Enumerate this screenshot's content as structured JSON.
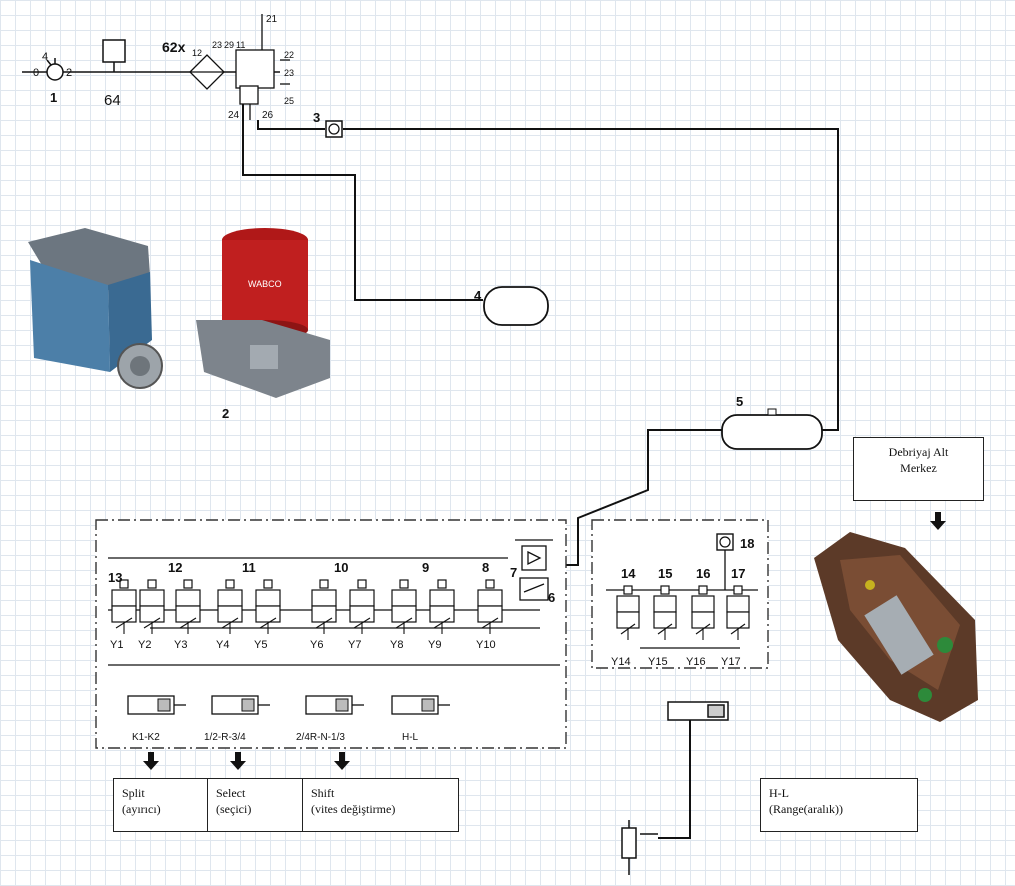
{
  "components": {
    "compressor": {
      "number": "1",
      "ports": [
        "4",
        "0",
        "2"
      ]
    },
    "filter": {
      "number": "64"
    },
    "dryer": {
      "number": "2",
      "ports": [
        "62x",
        "12",
        "23",
        "29",
        "11",
        "22",
        "23",
        "24",
        "25",
        "26",
        "21"
      ],
      "brand": "WABCO"
    },
    "check_valve": {
      "number": "3"
    },
    "tank_small": {
      "number": "4"
    },
    "tank_main": {
      "number": "5"
    },
    "valve_6": {
      "number": "6"
    },
    "valve_7": {
      "number": "7"
    },
    "pressure_switch": {
      "number": "18"
    }
  },
  "shift_block": {
    "groups": [
      "13",
      "12",
      "11",
      "10",
      "9",
      "8"
    ],
    "valves": [
      "Y1",
      "Y2",
      "Y3",
      "Y4",
      "Y5",
      "Y6",
      "Y7",
      "Y8",
      "Y9",
      "Y10"
    ],
    "cylinders": [
      "K1-K2",
      "1/2-R-3/4",
      "2/4R-N-1/3",
      "H-L"
    ]
  },
  "range_block": {
    "groups": [
      "14",
      "15",
      "16",
      "17"
    ],
    "valves": [
      "Y14",
      "Y15",
      "Y16",
      "Y17"
    ]
  },
  "callouts": {
    "clutch": [
      "Debriyaj Alt",
      "Merkez"
    ],
    "split": [
      "Split",
      "(ayırıcı)"
    ],
    "select": [
      "Select",
      "(seçici)"
    ],
    "shift": [
      "Shift",
      "(vites değiştirme)"
    ],
    "range": [
      "H-L",
      "(Range(aralık))"
    ]
  }
}
